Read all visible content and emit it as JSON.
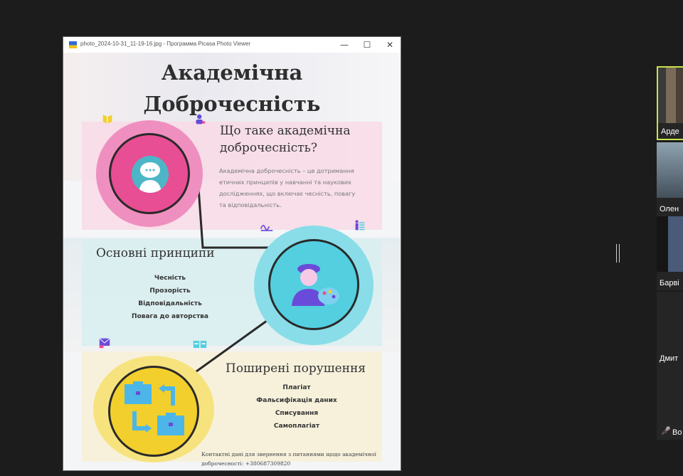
{
  "window": {
    "title": "photo_2024-10-31_11-19-16.jpg - Программа Picasa Photo Viewer",
    "minimize_icon": "—",
    "maximize_icon": "☐",
    "close_icon": "✕"
  },
  "poster": {
    "title_line1": "Академічна",
    "title_line2": "Доброчесність",
    "section1": {
      "title_line1": "Що таке академічна",
      "title_line2": "доброчесність?",
      "text_lines": [
        "Академічна доброчесність – це дотримання",
        "етичних принципів у навчанні та наукових",
        "дослідженнях, що включає чесність, повагу",
        "та відповідальність."
      ]
    },
    "section2": {
      "title": "Основні принципи",
      "items": [
        "Чесність",
        "Прозорість",
        "Відповідальність",
        "Повага до авторства"
      ]
    },
    "section3": {
      "title": "Поширені порушення",
      "items": [
        "Плагіат",
        "Фальсифікація даних",
        "Списування",
        "Самоплагіат"
      ]
    },
    "contact_line1": "Контактні дані для звернення з питаннями щодо академічної",
    "contact_line2": "доброчесності: +380687309820"
  },
  "participants": [
    {
      "name": "Арде",
      "active": true,
      "muted": false
    },
    {
      "name": "Олен",
      "active": false,
      "muted": false
    },
    {
      "name": "Барві",
      "active": false,
      "muted": false
    },
    {
      "name": "Дмит",
      "active": false,
      "muted": false
    },
    {
      "name": "Во",
      "active": false,
      "muted": true
    }
  ],
  "colors": {
    "active_border": "#c7e34b",
    "pink": "#e84e93",
    "cyan": "#53cfe0",
    "yellow": "#f2cf2c"
  }
}
